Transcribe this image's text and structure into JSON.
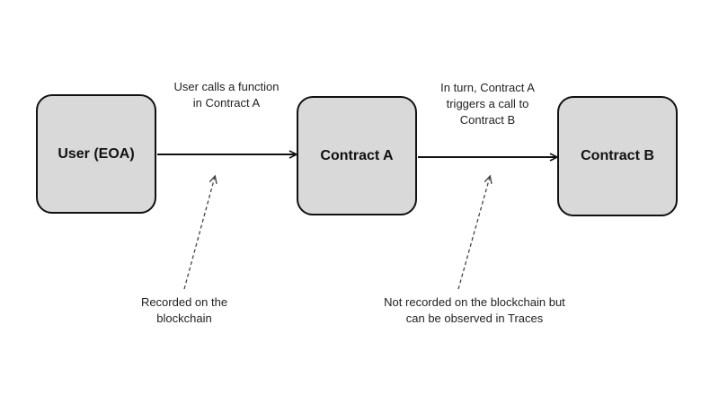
{
  "nodes": {
    "user": "User (EOA)",
    "contract_a": "Contract A",
    "contract_b": "Contract B"
  },
  "edges": {
    "user_to_a": [
      "User calls a function",
      "in Contract A"
    ],
    "a_to_b": [
      "In turn, Contract A",
      "triggers a call to",
      "Contract B"
    ]
  },
  "notes": {
    "recorded": [
      "Recorded on the",
      "blockchain"
    ],
    "not_recorded": [
      "Not recorded on the blockchain but",
      "can be observed in Traces"
    ]
  },
  "colors": {
    "node_fill": "#d9d9d9",
    "stroke": "#111111",
    "dashed_stroke": "#444444",
    "background": "#ffffff"
  }
}
